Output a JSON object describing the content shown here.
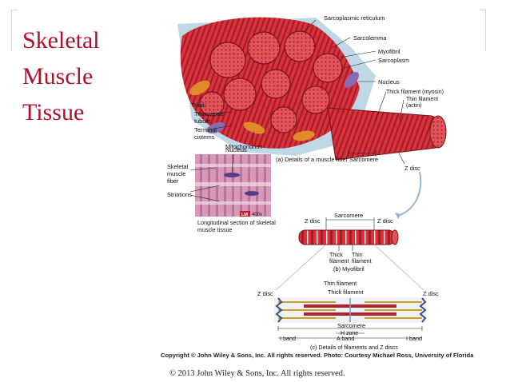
{
  "slide": {
    "title_lines": [
      "Skeletal",
      "Muscle",
      "Tissue"
    ],
    "credit": "Copyright © John Wiley & Sons, Inc. All rights reserved. Photo: Courtesy Michael Ross, University of Florida",
    "footer": "© 2013 John Wiley & Sons, Inc. All rights reserved."
  },
  "figure_a": {
    "labels": {
      "sarcoplasmic_reticulum": "Sarcoplasmic reticulum",
      "sarcolemma": "Sarcolemma",
      "myofibril": "Myofibril",
      "sarcoplasm": "Sarcoplasm",
      "nucleus": "Nucleus",
      "thin_filament_line1": "Thick filament (myosin)",
      "thin_filament_line2": "Thin filament",
      "thin_filament_line3": "(actin)",
      "triad": "Triad:",
      "transverse_tubule_line1": "Transverse",
      "transverse_tubule_line2": "tubule",
      "terminal_cisterns_line1": "Terminal",
      "terminal_cisterns_line2": "cisterns",
      "mitochondrion": "Mitochondrion",
      "sarcomere": "Sarcomere",
      "z_disc": "Z disc"
    },
    "caption": "(a) Details of a muscle fiber"
  },
  "micrograph": {
    "nucleus": "Nucleus",
    "skeletal_fiber_line1": "Skeletal",
    "skeletal_fiber_line2": "muscle",
    "skeletal_fiber_line3": "fiber",
    "striations": "Striations",
    "lm_badge": "LM",
    "magnification": "400x",
    "caption_line1": "Longitudinal section of skeletal",
    "caption_line2": "muscle tissue"
  },
  "figure_b": {
    "sarcomere": "Sarcomere",
    "z_disc_left": "Z disc",
    "z_disc_right": "Z disc",
    "thick_line1": "Thick",
    "thick_line2": "filament",
    "thin_line1": "Thin",
    "thin_line2": "filament",
    "caption": "(b) Myofibril"
  },
  "figure_c": {
    "thin_filament": "Thin filament",
    "thick_filament": "Thick filament",
    "z_disc_left": "Z disc",
    "z_disc_right": "Z disc",
    "sarcomere": "Sarcomere",
    "h_zone": "H zone",
    "a_band": "A band",
    "i_band_left": "I band",
    "i_band_right": "I band",
    "caption": "(c) Details of filaments and Z discs"
  },
  "colors": {
    "title": "#b0102a",
    "muscle": "#d8323c",
    "muscle_dark": "#a11c25",
    "sheath": "#6fa8c8",
    "mito": "#e08a2a",
    "micrograph": "#c98aa6"
  }
}
